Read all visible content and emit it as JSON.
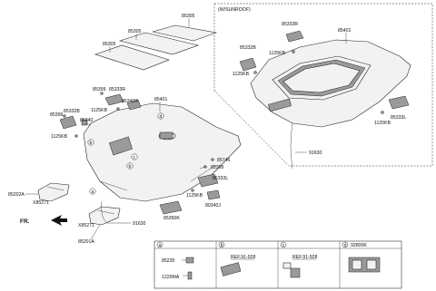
{
  "labels": {
    "sunroof_note": "(W/SUNROOF)",
    "p85305_a": "85305",
    "p85305_b": "85305",
    "p85305_c": "85305",
    "p85401_main": "85401",
    "p85401_sun": "85401",
    "p85333R_sun": "85333R",
    "p85332B_sun": "85332B",
    "p1125KB_sun1": "1125KB",
    "p1125KB_sun2": "1125KB",
    "p1125KB_sun3": "1125KB",
    "p85333L_sun": "85333L",
    "p91630_sun": "91630",
    "p85399_a": "85399",
    "p85333R": "85333R",
    "p1125KB_a": "1125KB",
    "p85340K": "85340K",
    "p85399_b": "85399",
    "p85332B": "85332B",
    "p85340": "85340",
    "p1125KB_b": "1125KB",
    "p85746": "85746",
    "p85399_c": "85399",
    "p85333L": "85333L",
    "p1125KB_c": "1125KB",
    "p80340J": "80340J",
    "p85350K": "85350K",
    "p85202A": "85202A",
    "pX85271_a": "X85271",
    "pX85271_b": "X85271",
    "p85201A": "85201A",
    "p91630": "91630",
    "fr": "FR."
  },
  "callouts": [
    "a",
    "b",
    "c",
    "d"
  ],
  "legend": {
    "a_title": "a",
    "b_title": "b",
    "c_title": "c",
    "d_title": "d",
    "d_part": "92800K",
    "a_part1": "85235",
    "a_part2": "1229MA",
    "b_ref": "REF.91-928",
    "c_ref": "REF.91-928"
  }
}
